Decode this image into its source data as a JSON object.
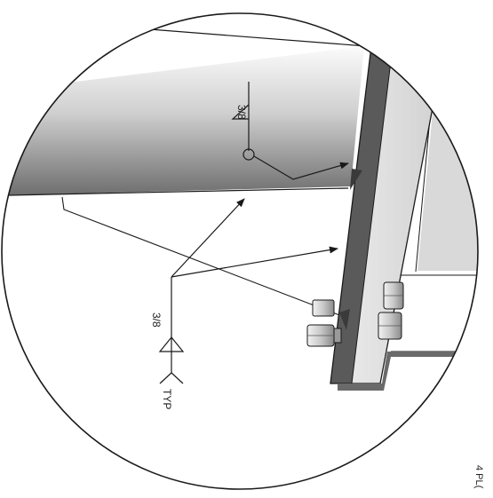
{
  "detail": {
    "top_weld": {
      "size": "3/8"
    },
    "bottom_weld": {
      "size": "3/8",
      "tail_note": "TYP"
    },
    "corner_note": "4 PL("
  },
  "colors": {
    "line": "#1a1a1a",
    "plate_light": "#e4e4e4",
    "plate_dark": "#5a5a5a",
    "beam_top": "#f4f4f4",
    "beam_bottom": "#7a7a7a",
    "background": "#ffffff"
  }
}
